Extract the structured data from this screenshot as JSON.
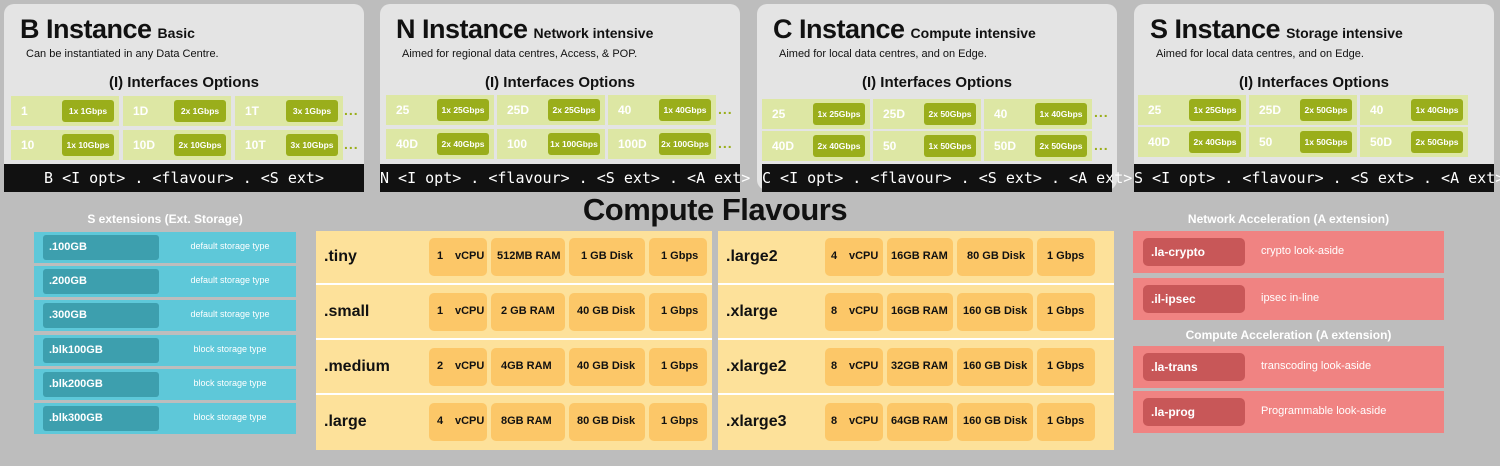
{
  "instances": [
    {
      "name": "B Instance",
      "subtitle": "Basic",
      "desc": "Can be instantiated in any Data Centre.",
      "iface_heading": "(I) Interfaces Options",
      "options": [
        {
          "label": "1",
          "speed": "1x 1Gbps"
        },
        {
          "label": "1D",
          "speed": "2x 1Gbps"
        },
        {
          "label": "1T",
          "speed": "3x 1Gbps"
        },
        {
          "label": "10",
          "speed": "1x 10Gbps"
        },
        {
          "label": "10D",
          "speed": "2x 10Gbps"
        },
        {
          "label": "10T",
          "speed": "3x 10Gbps"
        }
      ],
      "more": "...",
      "format": "B <I opt> . <flavour> . <S ext>"
    },
    {
      "name": "N Instance",
      "subtitle": "Network intensive",
      "desc": "Aimed for regional data centres, Access, & POP.",
      "iface_heading": "(I) Interfaces Options",
      "options": [
        {
          "label": "25",
          "speed": "1x 25Gbps"
        },
        {
          "label": "25D",
          "speed": "2x 25Gbps"
        },
        {
          "label": "40",
          "speed": "1x 40Gbps"
        },
        {
          "label": "40D",
          "speed": "2x 40Gbps"
        },
        {
          "label": "100",
          "speed": "1x 100Gbps"
        },
        {
          "label": "100D",
          "speed": "2x 100Gbps"
        }
      ],
      "more": "...",
      "format": "N <I opt> . <flavour> . <S ext> . <A ext>"
    },
    {
      "name": "C Instance",
      "subtitle": "Compute intensive",
      "desc": "Aimed for local data centres, and on Edge.",
      "iface_heading": "(I) Interfaces Options",
      "options": [
        {
          "label": "25",
          "speed": "1x 25Gbps"
        },
        {
          "label": "25D",
          "speed": "2x 50Gbps"
        },
        {
          "label": "40",
          "speed": "1x 40Gbps"
        },
        {
          "label": "40D",
          "speed": "2x 40Gbps"
        },
        {
          "label": "50",
          "speed": "1x 50Gbps"
        },
        {
          "label": "50D",
          "speed": "2x 50Gbps"
        }
      ],
      "more": "...",
      "format": "C <I opt> . <flavour> . <S ext> . <A ext>"
    },
    {
      "name": "S Instance",
      "subtitle": "Storage intensive",
      "desc": "Aimed for local data centres, and on Edge.",
      "iface_heading": "(I) Interfaces Options",
      "options": [
        {
          "label": "25",
          "speed": "1x 25Gbps"
        },
        {
          "label": "25D",
          "speed": "2x 50Gbps"
        },
        {
          "label": "40",
          "speed": "1x 40Gbps"
        },
        {
          "label": "40D",
          "speed": "2x 40Gbps"
        },
        {
          "label": "50",
          "speed": "1x 50Gbps"
        },
        {
          "label": "50D",
          "speed": "2x 50Gbps"
        }
      ],
      "more": "...",
      "format": "S <I opt> . <flavour> . <S ext> . <A ext>"
    }
  ],
  "storage": {
    "title": "S extensions (Ext. Storage)",
    "items": [
      {
        "name": ".100GB",
        "desc": "default storage type"
      },
      {
        "name": ".200GB",
        "desc": "default storage type"
      },
      {
        "name": ".300GB",
        "desc": "default storage type"
      },
      {
        "name": ".blk100GB",
        "desc": "block storage type"
      },
      {
        "name": ".blk200GB",
        "desc": "block storage type"
      },
      {
        "name": ".blk300GB",
        "desc": "block storage type"
      }
    ]
  },
  "flavours": {
    "title": "Compute Flavours",
    "left": [
      {
        "name": ".tiny",
        "vcpu_n": "1",
        "vcpu": "vCPU",
        "ram": "512MB RAM",
        "disk": "1 GB Disk",
        "net": "1 Gbps"
      },
      {
        "name": ".small",
        "vcpu_n": "1",
        "vcpu": "vCPU",
        "ram": "2 GB RAM",
        "disk": "40 GB Disk",
        "net": "1 Gbps"
      },
      {
        "name": ".medium",
        "vcpu_n": "2",
        "vcpu": "vCPU",
        "ram": "4GB  RAM",
        "disk": "40 GB Disk",
        "net": "1 Gbps"
      },
      {
        "name": ".large",
        "vcpu_n": "4",
        "vcpu": "vCPU",
        "ram": "8GB  RAM",
        "disk": "80 GB Disk",
        "net": "1 Gbps"
      }
    ],
    "right": [
      {
        "name": ".large2",
        "vcpu_n": "4",
        "vcpu": "vCPU",
        "ram": "16GB  RAM",
        "disk": "80 GB Disk",
        "net": "1  Gbps"
      },
      {
        "name": ".xlarge",
        "vcpu_n": "8",
        "vcpu": "vCPU",
        "ram": "16GB RAM",
        "disk": "160 GB Disk",
        "net": "1 Gbps"
      },
      {
        "name": ".xlarge2",
        "vcpu_n": "8",
        "vcpu": "vCPU",
        "ram": "32GB RAM",
        "disk": "160 GB Disk",
        "net": "1 Gbps"
      },
      {
        "name": ".xlarge3",
        "vcpu_n": "8",
        "vcpu": "vCPU",
        "ram": "64GB RAM",
        "disk": "160 GB Disk",
        "net": "1 Gbps"
      }
    ]
  },
  "network_accel": {
    "title": "Network Acceleration (A extension)",
    "items": [
      {
        "name": ".la-crypto",
        "desc": "crypto look-aside"
      },
      {
        "name": ".il-ipsec",
        "desc": "ipsec in-line"
      }
    ]
  },
  "compute_accel": {
    "title": "Compute Acceleration (A extension)",
    "items": [
      {
        "name": ".la-trans",
        "desc": "transcoding look-aside"
      },
      {
        "name": ".la-prog",
        "desc": "Programmable look-aside"
      }
    ]
  }
}
